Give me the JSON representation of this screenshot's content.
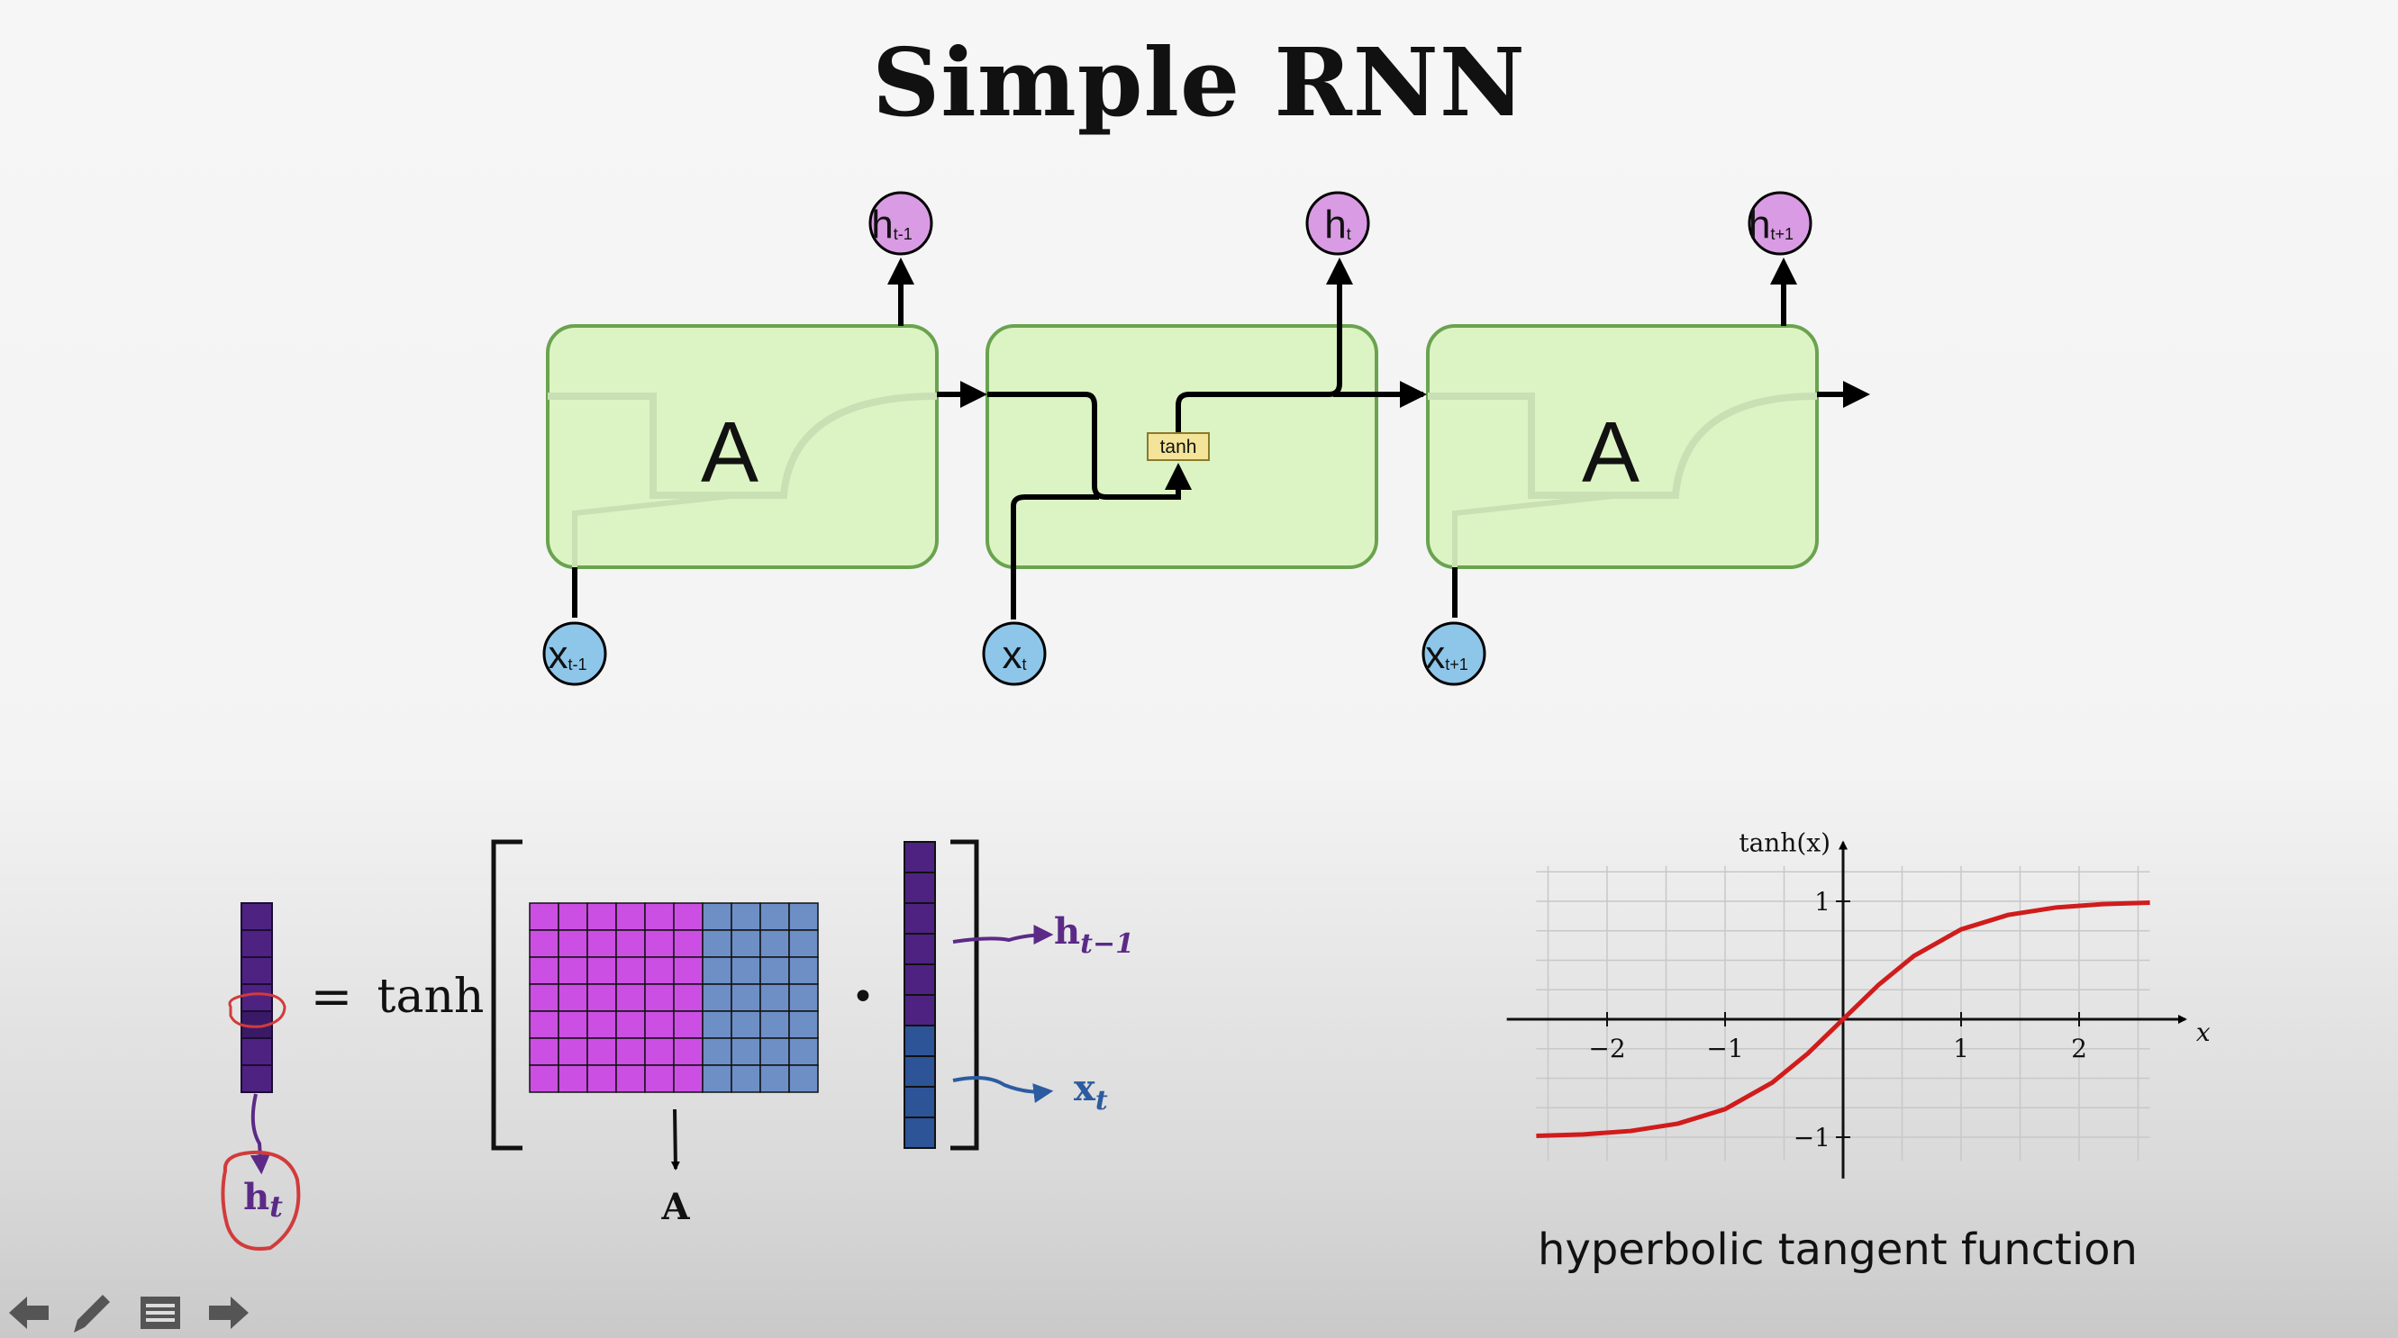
{
  "title": "Simple RNN",
  "rnn": {
    "cells": [
      {
        "label": "A",
        "input": [
          "x",
          "t-1"
        ],
        "output": [
          "h",
          "t-1"
        ]
      },
      {
        "label": "",
        "input": [
          "x",
          "t"
        ],
        "output": [
          "h",
          "t"
        ],
        "gate": "tanh"
      },
      {
        "label": "A",
        "input": [
          "x",
          "t+1"
        ],
        "output": [
          "h",
          "t+1"
        ]
      }
    ],
    "colors": {
      "cell_fill": "#dcf4c4",
      "cell_border": "#6aa34f",
      "input_node": "#8ec6ea",
      "output_node": "#d99be3",
      "gate": "#f3e49a"
    }
  },
  "equation": {
    "lhs_annotation": [
      "h",
      "t"
    ],
    "equals": "=",
    "func": "tanh",
    "dot": "•",
    "matrix_label": "A",
    "h_prev_label": [
      "h",
      "t−1"
    ],
    "x_label": [
      "x",
      "t"
    ],
    "colors": {
      "matrix_left": "#cc4fe3",
      "matrix_right": "#6d8fc6",
      "vector_top": "#4e2280",
      "vector_bottom": "#2c5497",
      "hprev_text": "#5b2a86",
      "x_text": "#2c5ba0",
      "annotation": "#d23b3b"
    }
  },
  "chart_data": {
    "type": "line",
    "function": "tanh(x)",
    "xlabel": "x",
    "ylabel": "tanh(x)",
    "xlim": [
      -2.7,
      2.7
    ],
    "ylim": [
      -1.25,
      1.4
    ],
    "x_ticks": [
      -2,
      -1,
      1,
      2
    ],
    "x_tick_labels": [
      "−2",
      "−1",
      "1",
      "2"
    ],
    "y_ticks": [
      1,
      -1
    ],
    "y_tick_labels": [
      "1",
      "−1"
    ],
    "grid": true,
    "series": [
      {
        "color": "#d01c1c",
        "x": [
          -2.6,
          -2.2,
          -1.8,
          -1.4,
          -1.0,
          -0.6,
          -0.3,
          0,
          0.3,
          0.6,
          1.0,
          1.4,
          1.8,
          2.2,
          2.6
        ],
        "y": [
          -0.989,
          -0.976,
          -0.947,
          -0.885,
          -0.762,
          -0.537,
          -0.291,
          0,
          0.291,
          0.537,
          0.762,
          0.885,
          0.947,
          0.976,
          0.989
        ]
      }
    ]
  },
  "caption": "hyperbolic tangent function",
  "toolbar": [
    "back-arrow-icon",
    "pen-icon",
    "menu-icon",
    "forward-arrow-icon"
  ]
}
